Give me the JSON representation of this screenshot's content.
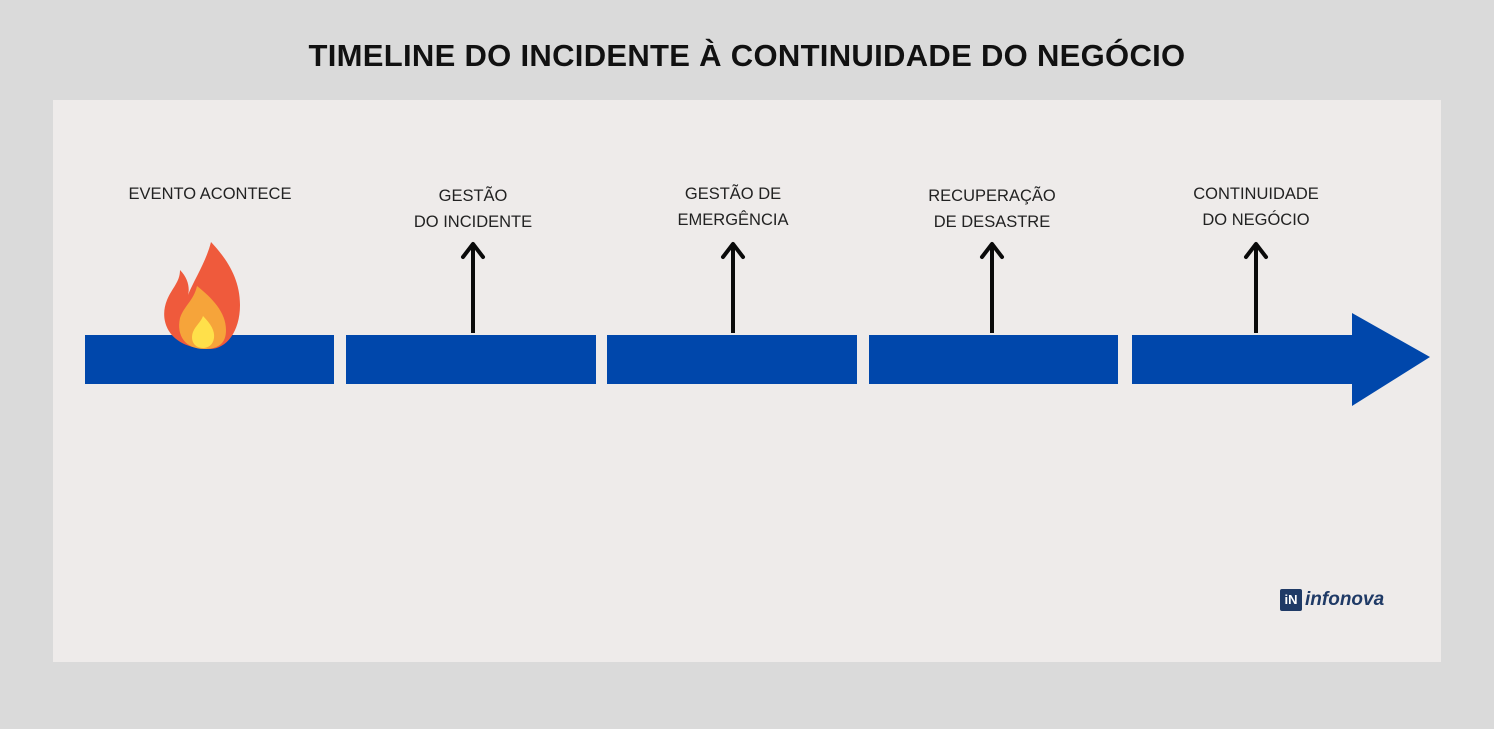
{
  "title": "TIMELINE DO INCIDENTE À CONTINUIDADE DO NEGÓCIO",
  "colors": {
    "bar": "#0047ab",
    "arrow": "#0a0a0a",
    "panel": "#eeebea",
    "background": "#dadada",
    "flame_outer": "#ef5a3c",
    "flame_middle": "#f6a43a",
    "flame_core": "#ffe04a"
  },
  "stages": [
    {
      "label": "EVENTO ACONTECE",
      "marker": "fire-icon"
    },
    {
      "label": "GESTÃO\nDO INCIDENTE",
      "marker": "arrow-up-icon"
    },
    {
      "label": "GESTÃO DE\nEMERGÊNCIA",
      "marker": "arrow-up-icon"
    },
    {
      "label": "RECUPERAÇÃO\nDE DESASTRE",
      "marker": "arrow-up-icon"
    },
    {
      "label": "CONTINUIDADE\nDO NEGÓCIO",
      "marker": "arrow-up-icon"
    }
  ],
  "logo": {
    "mark": "iN",
    "text": "infonova"
  }
}
